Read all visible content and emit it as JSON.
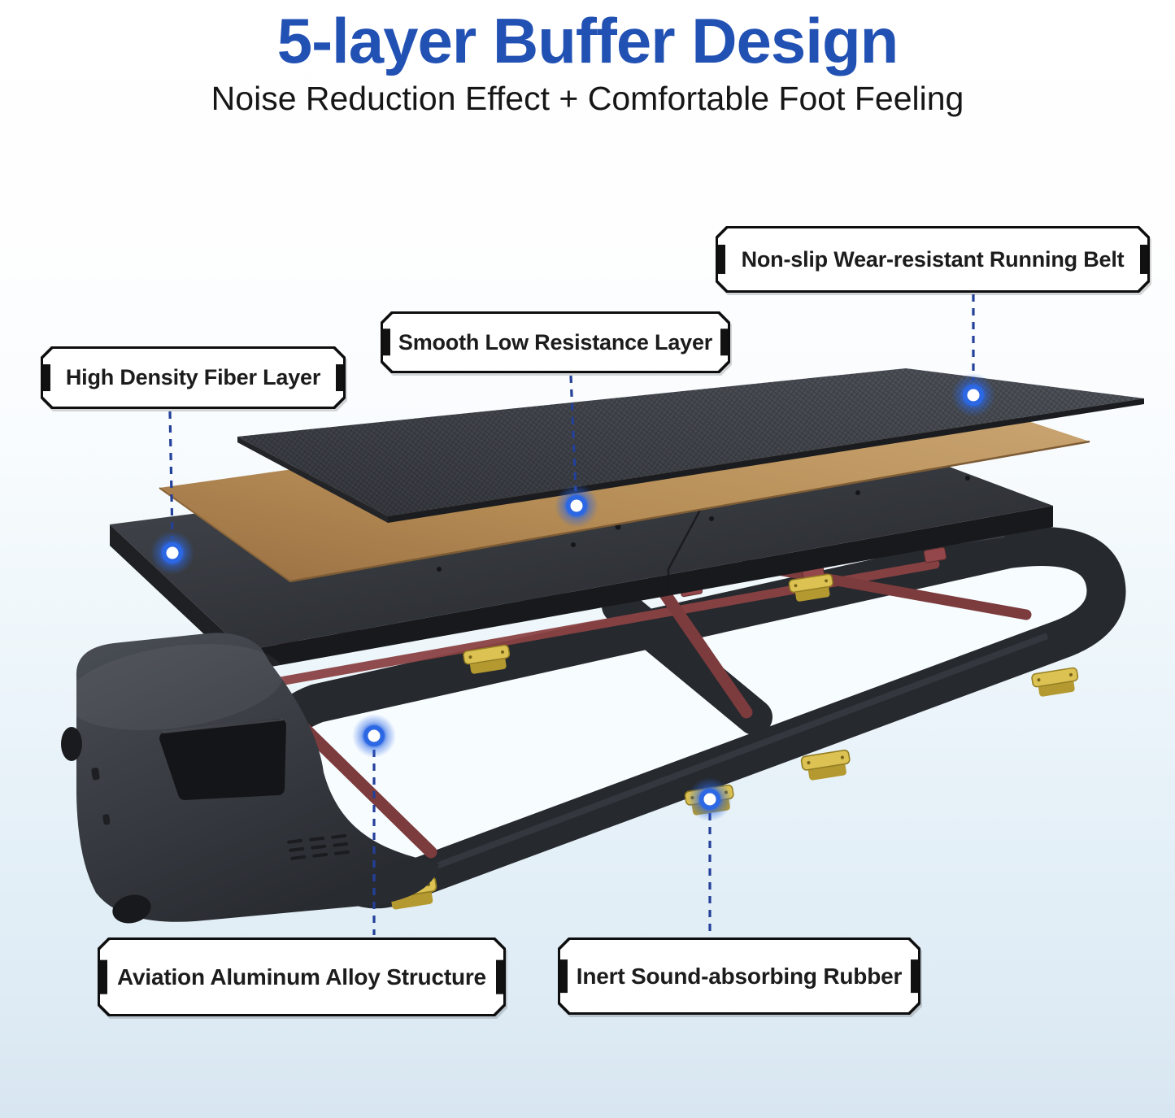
{
  "header": {
    "title": "5-layer Buffer Design",
    "subtitle": "Noise Reduction Effect + Comfortable Foot Feeling"
  },
  "callouts": [
    {
      "id": "running-belt",
      "label": "Non-slip Wear-resistant Running Belt"
    },
    {
      "id": "smooth-layer",
      "label": "Smooth Low Resistance Layer"
    },
    {
      "id": "fiber-layer",
      "label": "High Density Fiber Layer"
    },
    {
      "id": "aluminum-structure",
      "label": "Aviation Aluminum Alloy Structure"
    },
    {
      "id": "rubber-damper",
      "label": "Inert Sound-absorbing Rubber"
    }
  ],
  "colors": {
    "title_blue": "#2251b4",
    "marker_blue": "#2c67e4",
    "leader_line_blue": "#23409a",
    "belt_gray": "#45494f",
    "smooth_layer_tan": "#c09a66",
    "deck_gray": "#2e3136",
    "frame_black": "#26292e",
    "rail_red": "#7c3b3d",
    "rubber_yellow": "#dcc253",
    "background_bottom": "#d8e6f1"
  }
}
